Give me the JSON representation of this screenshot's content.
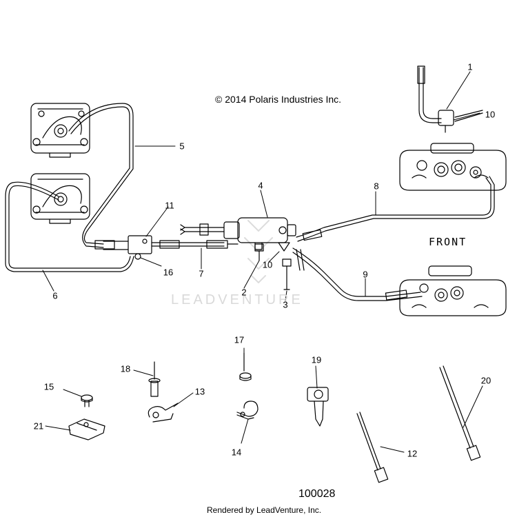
{
  "header": {
    "copyright": "© 2014 Polaris Industries Inc."
  },
  "labels": {
    "front": "FRONT"
  },
  "watermark": {
    "text": "LEADVENTURE"
  },
  "footer": {
    "diagram_id": "100028",
    "rendered_by": "Rendered by LeadVenture, Inc."
  },
  "callouts": {
    "c1": "1",
    "c2": "2",
    "c3": "3",
    "c4": "4",
    "c5": "5",
    "c6": "6",
    "c7": "7",
    "c8": "8",
    "c9": "9",
    "c10a": "10",
    "c10b": "10",
    "c11": "11",
    "c12": "12",
    "c13": "13",
    "c14": "14",
    "c15": "15",
    "c16": "16",
    "c17": "17",
    "c18": "18",
    "c19": "19",
    "c20": "20",
    "c21": "21"
  }
}
